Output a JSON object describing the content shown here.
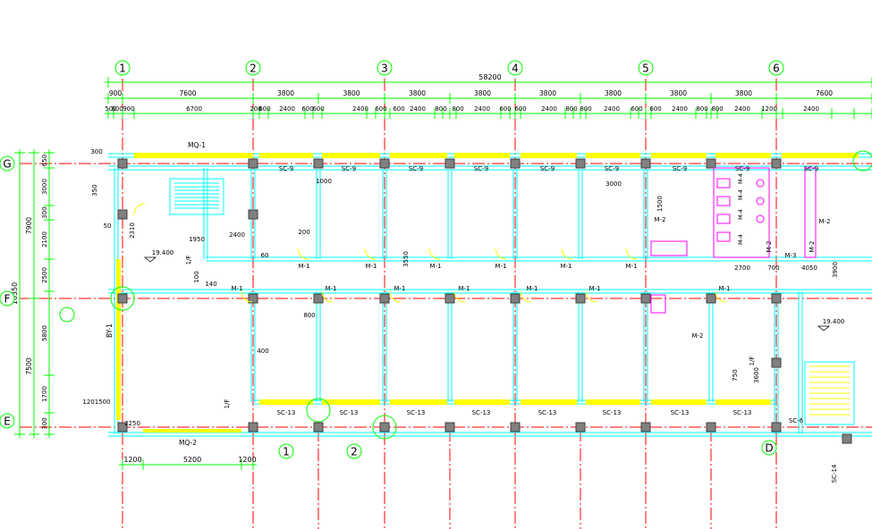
{
  "colors": {
    "dimension": "#00ff00",
    "axis": "#ff0000",
    "wall": "#00ffff",
    "glazing": "#ffff00",
    "column": "#808080",
    "sanitary": "#ff00ff",
    "text": "#000000",
    "background": "#ffffff"
  },
  "grid_bubbles": {
    "top": [
      "1",
      "2",
      "3",
      "4",
      "5",
      "6"
    ],
    "left": [
      "G",
      "F",
      "E"
    ],
    "extra": [
      "D",
      "1",
      "2"
    ]
  },
  "dimensions": {
    "overall": "58200",
    "bays": [
      "900",
      "7600",
      "3800",
      "3800",
      "3800",
      "3800",
      "3800",
      "3800",
      "3800",
      "3800",
      "7600"
    ],
    "openings": [
      "500",
      "600",
      "900",
      "6700",
      "200",
      "600",
      "2400",
      "600",
      "600",
      "2400",
      "600",
      "600",
      "2400",
      "800",
      "800",
      "2400",
      "600",
      "600",
      "2400",
      "800",
      "800",
      "2400",
      "600",
      "600",
      "2400",
      "800",
      "800",
      "2400",
      "1200",
      "2400"
    ],
    "left_total": "16350",
    "left_spans": [
      "7900",
      "7500"
    ],
    "left_details": [
      "650",
      "3000",
      "300",
      "2100",
      "2500",
      "5800",
      "1700",
      "300"
    ],
    "bottom": [
      "1200",
      "5200",
      "1200"
    ],
    "misc": [
      "300",
      "350",
      "50",
      "1201500",
      "2250",
      "2310",
      "1950",
      "2400",
      "140",
      "100",
      "60",
      "1000",
      "200",
      "3550",
      "400",
      "800",
      "3000",
      "1500",
      "700",
      "2700",
      "4050",
      "3900",
      "750",
      "3600"
    ]
  },
  "labels": {
    "mq1": "MQ-1",
    "mq2": "MQ-2",
    "by1": "BY-1",
    "sc9": "SC-9",
    "sc13": "SC-13",
    "sc6": "SC-6",
    "sc14": "SC-14",
    "m1": "M-1",
    "m2": "M-2",
    "m3": "M-3",
    "m4": "M-4",
    "level": "19.400",
    "section": "1/F"
  }
}
